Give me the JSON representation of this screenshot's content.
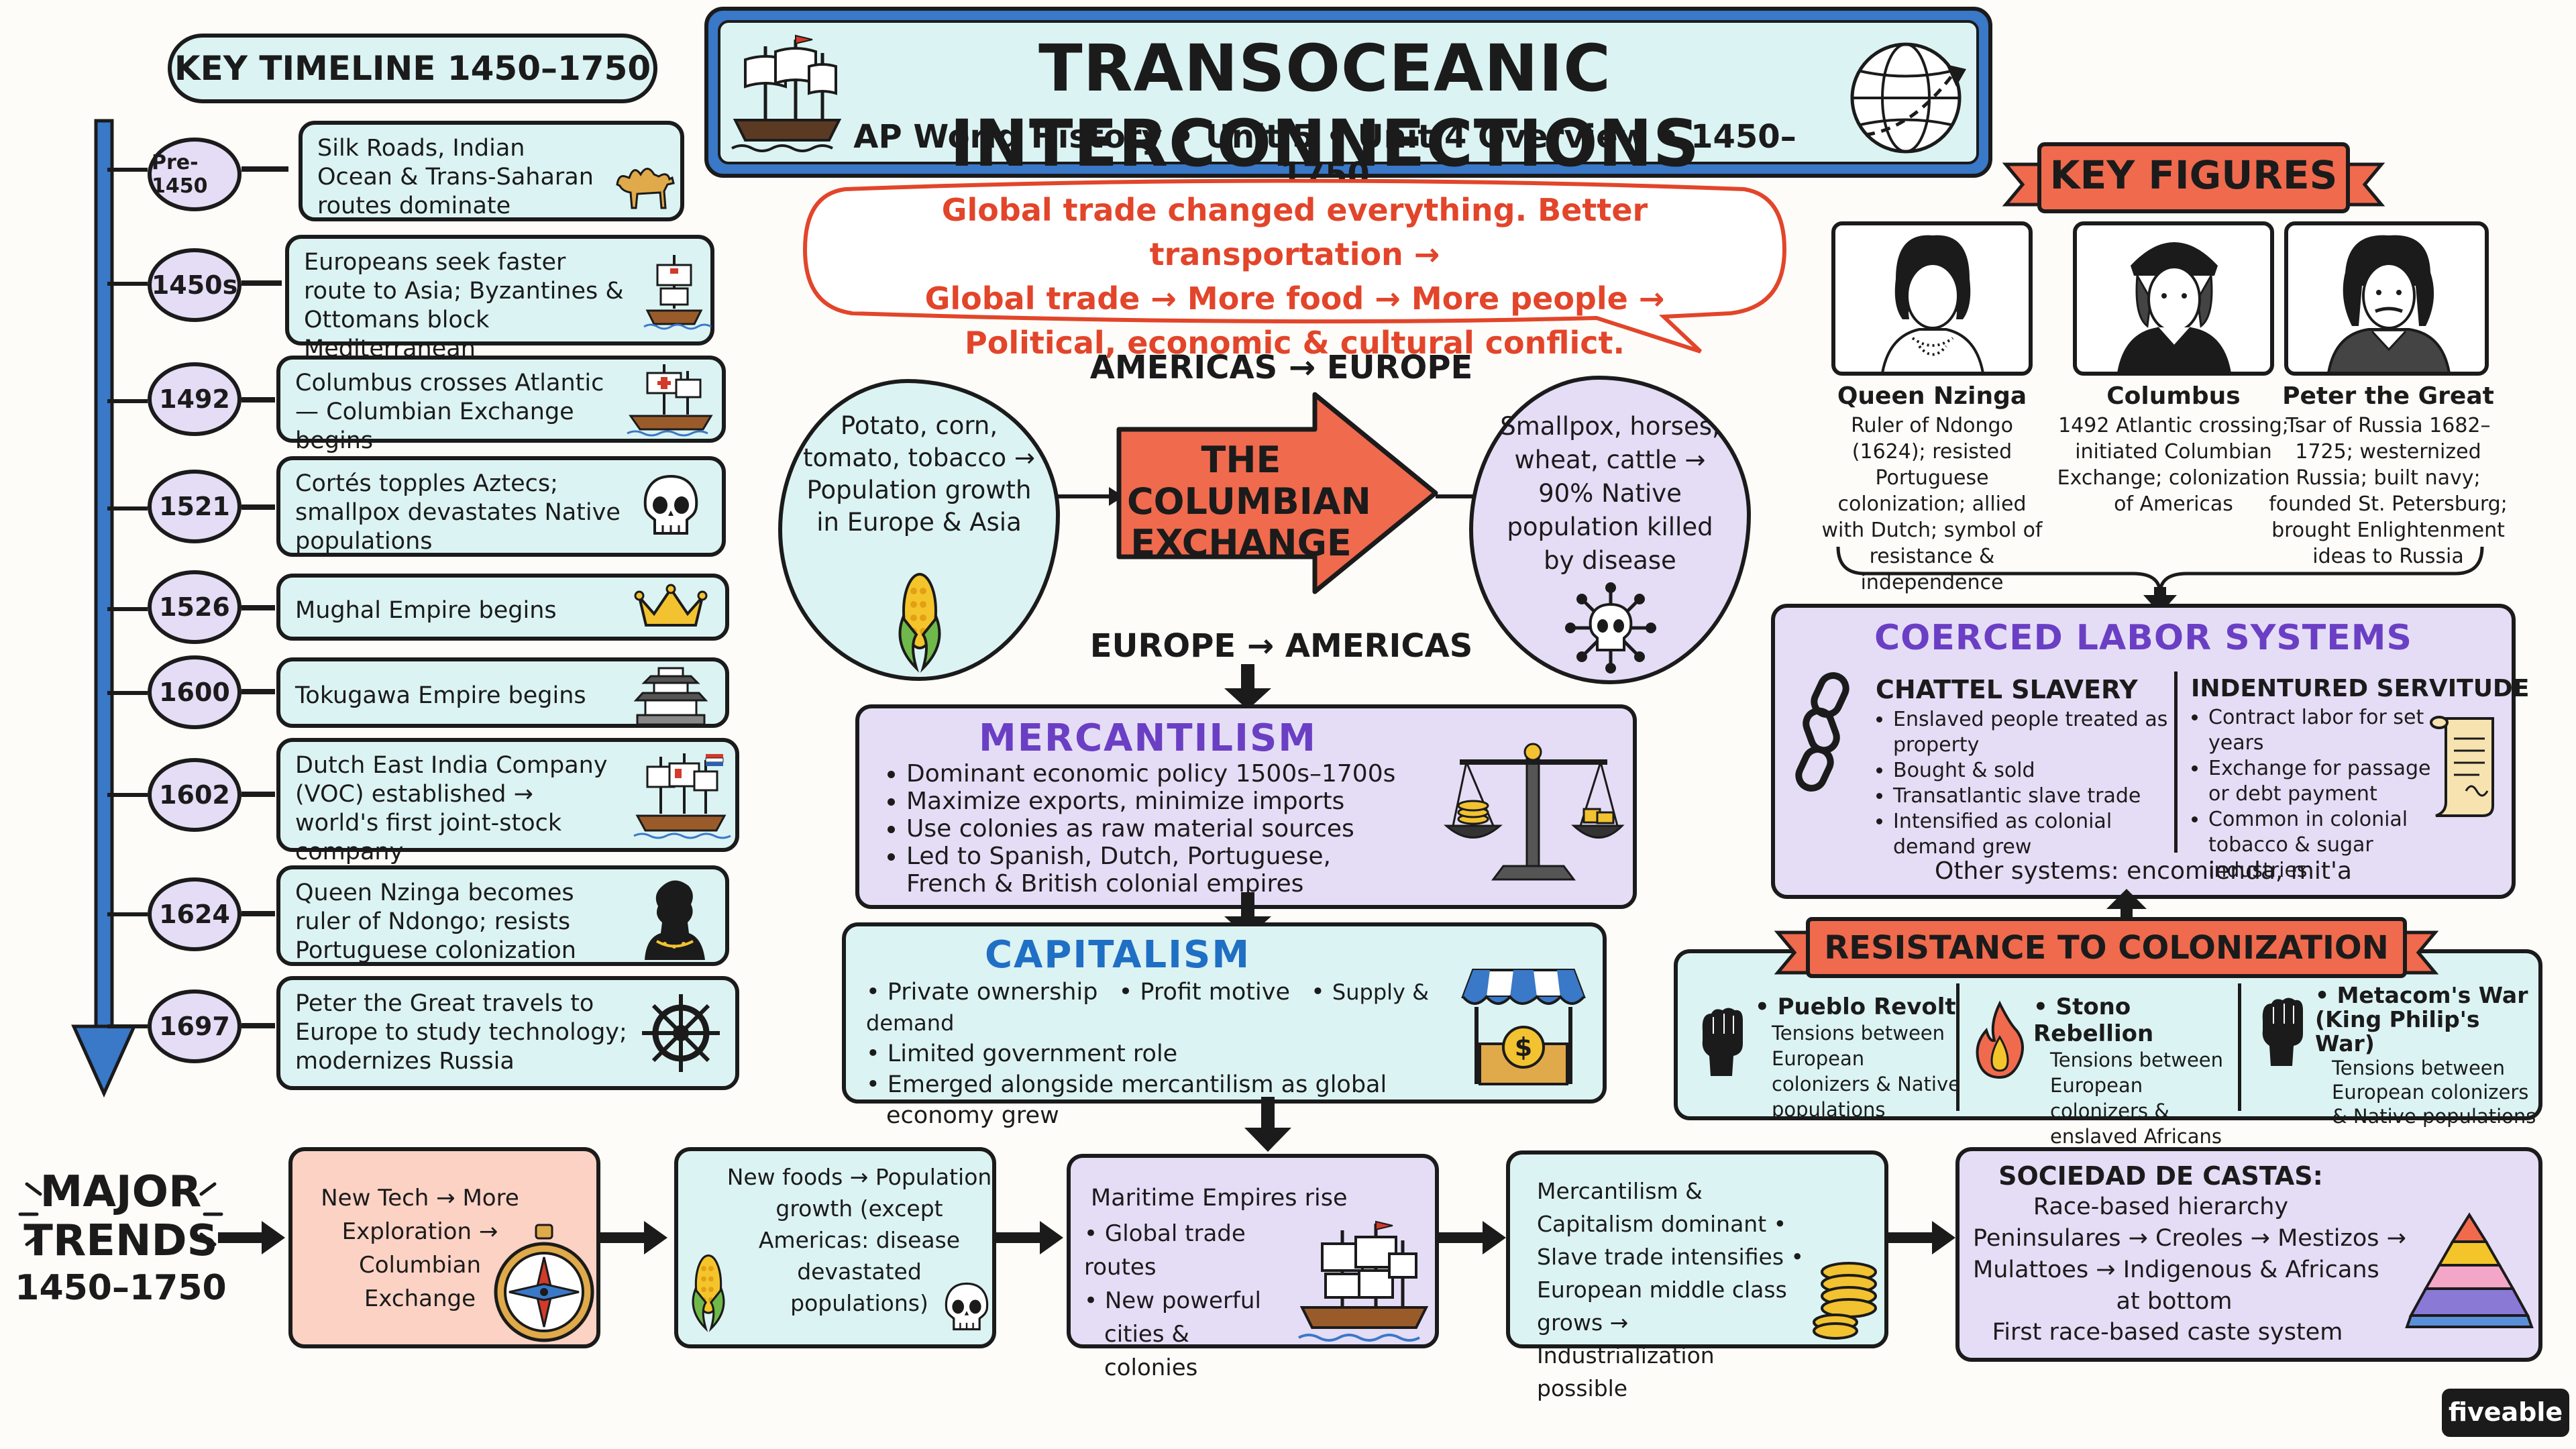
{
  "timeline": {
    "title": "KEY TIMELINE 1450–1750",
    "events": [
      {
        "date": "Pre-1450",
        "text": "Silk Roads, Indian Ocean & Trans-Saharan routes dominate",
        "icon": "camel-icon"
      },
      {
        "date": "1450s",
        "text": "Europeans seek faster route to Asia; Byzantines & Ottomans block Mediterranean",
        "icon": "ship-icon"
      },
      {
        "date": "1492",
        "text": "Columbus crosses Atlantic — Columbian Exchange begins",
        "icon": "ship-icon"
      },
      {
        "date": "1521",
        "text": "Cortés topples Aztecs; smallpox devastates Native populations",
        "icon": "skull-icon"
      },
      {
        "date": "1526",
        "text": "Mughal Empire begins",
        "icon": "crown-icon"
      },
      {
        "date": "1600",
        "text": "Tokugawa Empire begins",
        "icon": "pagoda-icon"
      },
      {
        "date": "1602",
        "text": "Dutch East India Company (VOC) established → world's first joint-stock company",
        "icon": "ship-icon"
      },
      {
        "date": "1624",
        "text": "Queen Nzinga becomes ruler of Ndongo; resists Portuguese colonization",
        "icon": "queen-silhouette-icon"
      },
      {
        "date": "1697",
        "text": "Peter the Great travels to Europe to study technology; modernizes Russia",
        "icon": "ship-wheel-icon"
      }
    ]
  },
  "header": {
    "title": "TRANSOCEANIC INTERCONNECTIONS",
    "subtitle": "AP World History • Unit 5 • Unit 4 Overview • 1450–1750"
  },
  "speech": {
    "line1": "Global trade changed everything. Better transportation →",
    "line2": "Global trade → More food → More people →",
    "line3": "Political, economic & cultural conflict."
  },
  "exchange": {
    "top_label": "AMERICAS → EUROPE",
    "bottom_label": "EUROPE → AMERICAS",
    "arrow_text": "THE COLUMBIAN EXCHANGE",
    "left_cloud": "Potato, corn, tomato, tobacco → Population growth in Europe & Asia",
    "right_cloud": "Smallpox, horses, wheat, cattle → 90% Native population killed by disease"
  },
  "mercantilism": {
    "title": "MERCANTILISM",
    "items": [
      "Dominant economic policy 1500s–1700s",
      "Maximize exports, minimize imports",
      "Use colonies as raw material sources",
      "Led to Spanish, Dutch, Portuguese, French & British colonial empires"
    ]
  },
  "capitalism": {
    "title": "CAPITALISM",
    "items": [
      "Private ownership",
      "Profit motive",
      "Supply & demand",
      "Limited government role",
      "Emerged alongside mercantilism as global economy grew"
    ]
  },
  "key_figures": {
    "title": "KEY FIGURES",
    "people": [
      {
        "name": "Queen Nzinga",
        "desc": "Ruler of Ndongo (1624); resisted Portuguese colonization; allied with Dutch; symbol of resistance & independence"
      },
      {
        "name": "Columbus",
        "desc": "1492 Atlantic crossing; initiated Columbian Exchange; colonization of Americas"
      },
      {
        "name": "Peter the Great",
        "desc": "Tsar of Russia 1682–1725; westernized Russia; built navy; founded St. Petersburg; brought Enlightenment ideas to Russia"
      }
    ]
  },
  "coerced": {
    "title": "COERCED LABOR SYSTEMS",
    "chattel_title": "CHATTEL SLAVERY",
    "chattel_items": [
      "Enslaved people treated as property",
      "Bought & sold",
      "Transatlantic slave trade",
      "Intensified as colonial demand grew"
    ],
    "indentured_title": "INDENTURED SERVITUDE",
    "indentured_items": [
      "Contract labor for set years",
      "Exchange for passage or debt payment",
      "Common in colonial tobacco & sugar industries"
    ],
    "other": "Other systems: encomienda, mit'a"
  },
  "resistance": {
    "title": "RESISTANCE TO COLONIZATION",
    "items": [
      {
        "name": "Pueblo Revolt",
        "desc": "Tensions between European colonizers & Native populations"
      },
      {
        "name": "Stono Rebellion",
        "desc": "Tensions between European colonizers & enslaved Africans"
      },
      {
        "name": "Metacom's War (King Philip's War)",
        "desc": "Tensions between European colonizers & Native populations"
      }
    ]
  },
  "trends": {
    "label_line1": "MAJOR",
    "label_line2": "TRENDS",
    "label_line3": "1450–1750",
    "t1": "New Tech → More Exploration → Columbian Exchange",
    "t2": "New foods → Population growth (except Americas: disease devastated populations)",
    "t3_line1": "Maritime Empires rise",
    "t3_items": [
      "Global trade routes",
      "New powerful cities & colonies"
    ],
    "t4": "Mercantilism & Capitalism dominant • Slave trade intensifies • European middle class grows → Industrialization possible",
    "t5_title": "SOCIEDAD DE CASTAS:",
    "t5_line1": "Race-based hierarchy",
    "t5_line2": "Peninsulares → Creoles → Mestizos →",
    "t5_line3": "Mulattoes → Indigenous & Africans",
    "t5_line4": "at bottom",
    "t5_line5": "First race-based caste system"
  },
  "brand": "fiveable",
  "colors": {
    "mint": "#dcf3f3",
    "lavender": "#e5ddf6",
    "peach": "#fbd2c4",
    "orange": "#f06a4e",
    "blue": "#3a78c8",
    "title_purple": "#6a3fc4",
    "title_blue": "#1f6fc4",
    "speech_red": "#e2452a"
  }
}
